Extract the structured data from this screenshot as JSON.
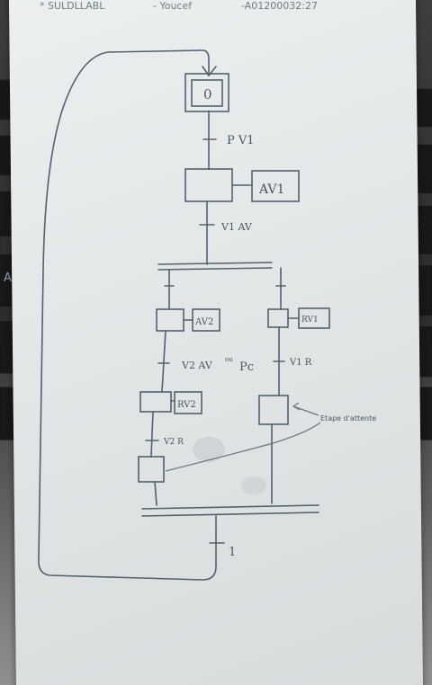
{
  "header_note": {
    "text_1": "* SULDLLABL",
    "text_2": "- Youcef",
    "text_3": "-A01200032:27"
  },
  "keyboard": {
    "key_a": "A"
  },
  "grafcet": {
    "initial_step": {
      "label": "0"
    },
    "t0": {
      "label": "P V1"
    },
    "step_1": {
      "action": "AV1"
    },
    "t1": {
      "label": "V1 AV"
    },
    "branch_left": {
      "step_2": {
        "action": "AV2"
      },
      "t2": {
        "label_a": "V2 AV",
        "label_or": "ou",
        "label_b": "Pc"
      },
      "step_3": {
        "action": "RV2"
      },
      "t3": {
        "label": "V2 R"
      }
    },
    "branch_right": {
      "step_5": {
        "action": "RV1"
      },
      "t5": {
        "label": "V1 R"
      },
      "note": "Etape d'attente"
    },
    "t_final": {
      "label": "1"
    }
  },
  "colors": {
    "paper": "#e4e7e8",
    "ink": "#55606a",
    "keyboard": "#17181a"
  }
}
